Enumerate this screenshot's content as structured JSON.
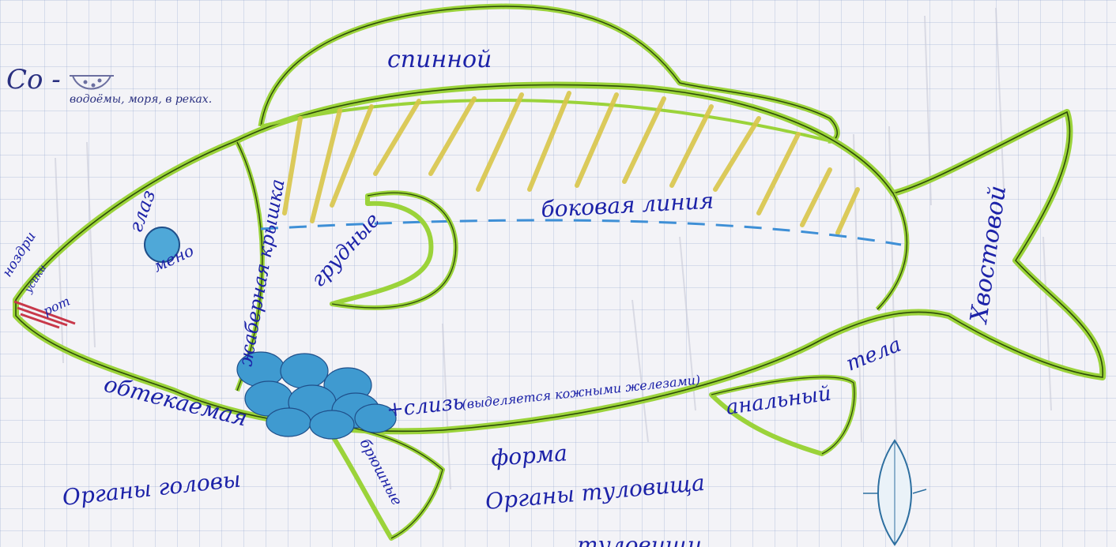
{
  "header": {
    "formula": "Со -",
    "habitat_note": "водоёмы, моря, в реках."
  },
  "labels": {
    "dorsal_fin": "спинной",
    "lateral_line": "боковая линия",
    "pectoral_fin": "грудные",
    "gill_cover": "жаберная крышка",
    "eye": "глаз",
    "eye_sub": "мено",
    "nostrils": "ноздри",
    "mouth_small": "усики",
    "mouth": "рот",
    "tail_fin": "Хвостовой",
    "body": "тела",
    "anal_fin": "анальный",
    "mucus": "+слизь",
    "mucus_note": "(выделяется кожными железами)",
    "streamlined": "обтекаемая",
    "shape": "форма",
    "ventral_fin": "брюшные",
    "head_organs": "Органы головы",
    "trunk_organs": "Органы туловища",
    "bottom_text": "туловищи"
  },
  "colors": {
    "outline": "#9bd33a",
    "outline_dark": "#2d4a0a",
    "ink": "#1c22a8",
    "stripes": "#d9c64a",
    "lateral_line": "#3e8fd6",
    "eye": "#4fa8d8",
    "scales": "#3f9ad0",
    "mouth": "#c8384a"
  }
}
